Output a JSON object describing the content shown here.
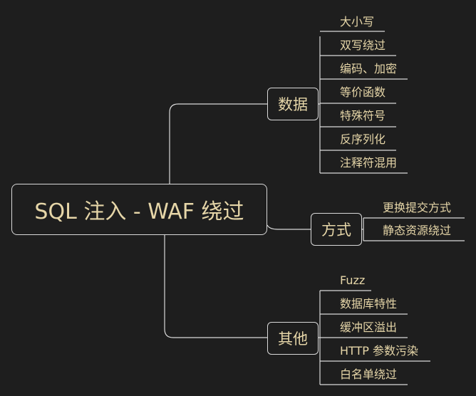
{
  "root": {
    "label": "SQL 注入 - WAF 绕过"
  },
  "branches": {
    "data": {
      "label": "数据",
      "leaves": [
        "大小写",
        "双写绕过",
        "编码、加密",
        "等价函数",
        "特殊符号",
        "反序列化",
        "注释符混用"
      ]
    },
    "method": {
      "label": "方式",
      "leaves": [
        "更换提交方式",
        "静态资源绕过"
      ]
    },
    "other": {
      "label": "其他",
      "leaves": [
        "Fuzz",
        "数据库特性",
        "缓冲区溢出",
        "HTTP 参数污染",
        "白名单绕过"
      ]
    }
  },
  "colors": {
    "background": "#1e1e1e",
    "text": "#e6d6a8",
    "line": "#d9d9d9"
  }
}
